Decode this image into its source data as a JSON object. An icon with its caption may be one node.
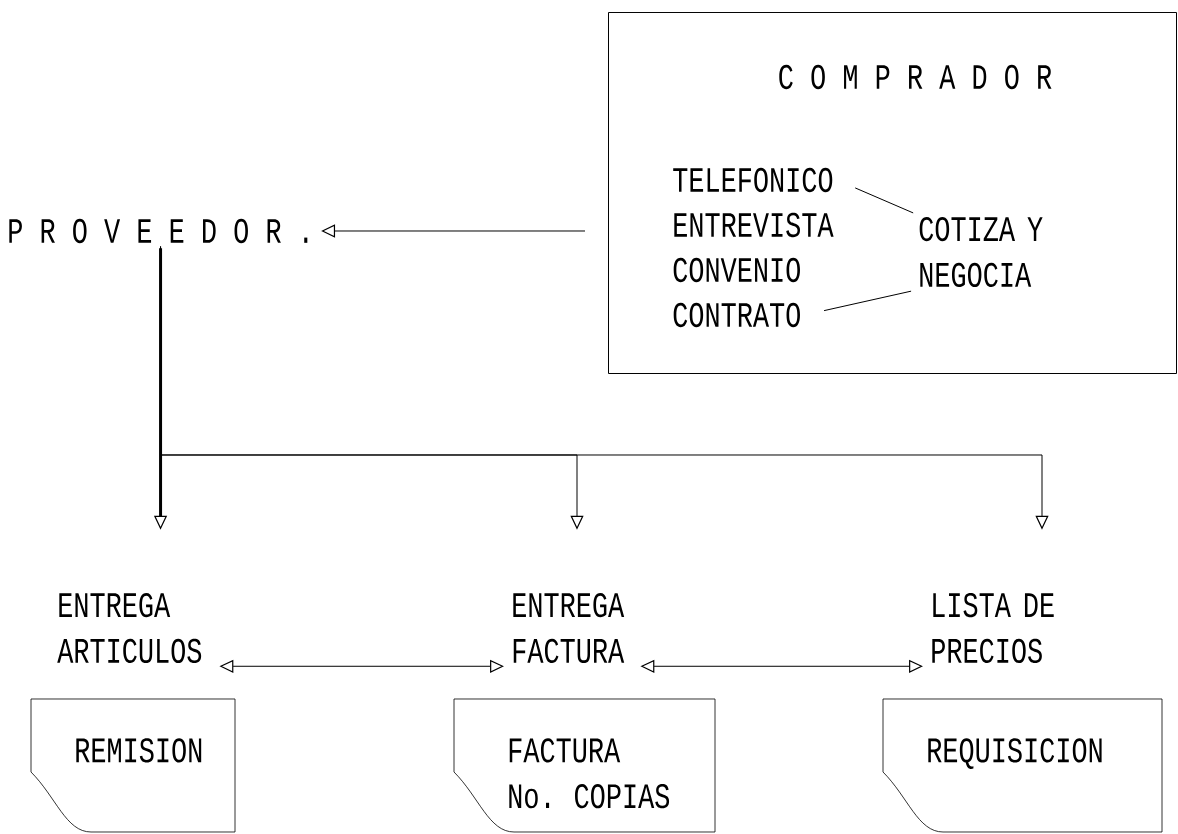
{
  "diagram": {
    "nodes": [
      {
        "text": [
          "C O M P R A D O R"
        ]
      },
      {
        "text": [
          "TELEFONICO"
        ],
        "in": 0
      },
      {
        "text": [
          "ENTREVISTA"
        ],
        "in": 0
      },
      {
        "text": [
          "CONVENIO"
        ],
        "in": 0
      },
      {
        "text": [
          "CONTRATO"
        ],
        "in": 0
      },
      {
        "text": [
          "COTIZA Y NEGOCIA"
        ],
        "in": 0
      },
      {
        "text": [
          "P R O V E E D O R ."
        ]
      },
      {
        "text": [
          "ENTREGA ARTICULOS"
        ]
      },
      {
        "text": [
          "ENTREGA FACTURA"
        ]
      },
      {
        "text": [
          "LISTA DE PRECIOS"
        ]
      },
      {
        "text": [
          "REMISION"
        ]
      },
      {
        "text": [
          "FACTURA",
          "No. COPIAS"
        ]
      },
      {
        "text": [
          "REQUISICION"
        ]
      }
    ],
    "edges": [
      {
        "from": 0,
        "to": 6,
        "arrow": "to"
      },
      {
        "from": 1,
        "to": 5,
        "arrow": "none"
      },
      {
        "from": 4,
        "to": 5,
        "arrow": "none"
      },
      {
        "from": 6,
        "to": 7,
        "arrow": "to",
        "style": "thick"
      },
      {
        "from": 6,
        "to": 8,
        "arrow": "to"
      },
      {
        "from": 6,
        "to": 9,
        "arrow": "to"
      },
      {
        "from": 7,
        "to": 8,
        "arrow": "both"
      },
      {
        "from": 8,
        "to": 9,
        "arrow": "both"
      }
    ]
  }
}
